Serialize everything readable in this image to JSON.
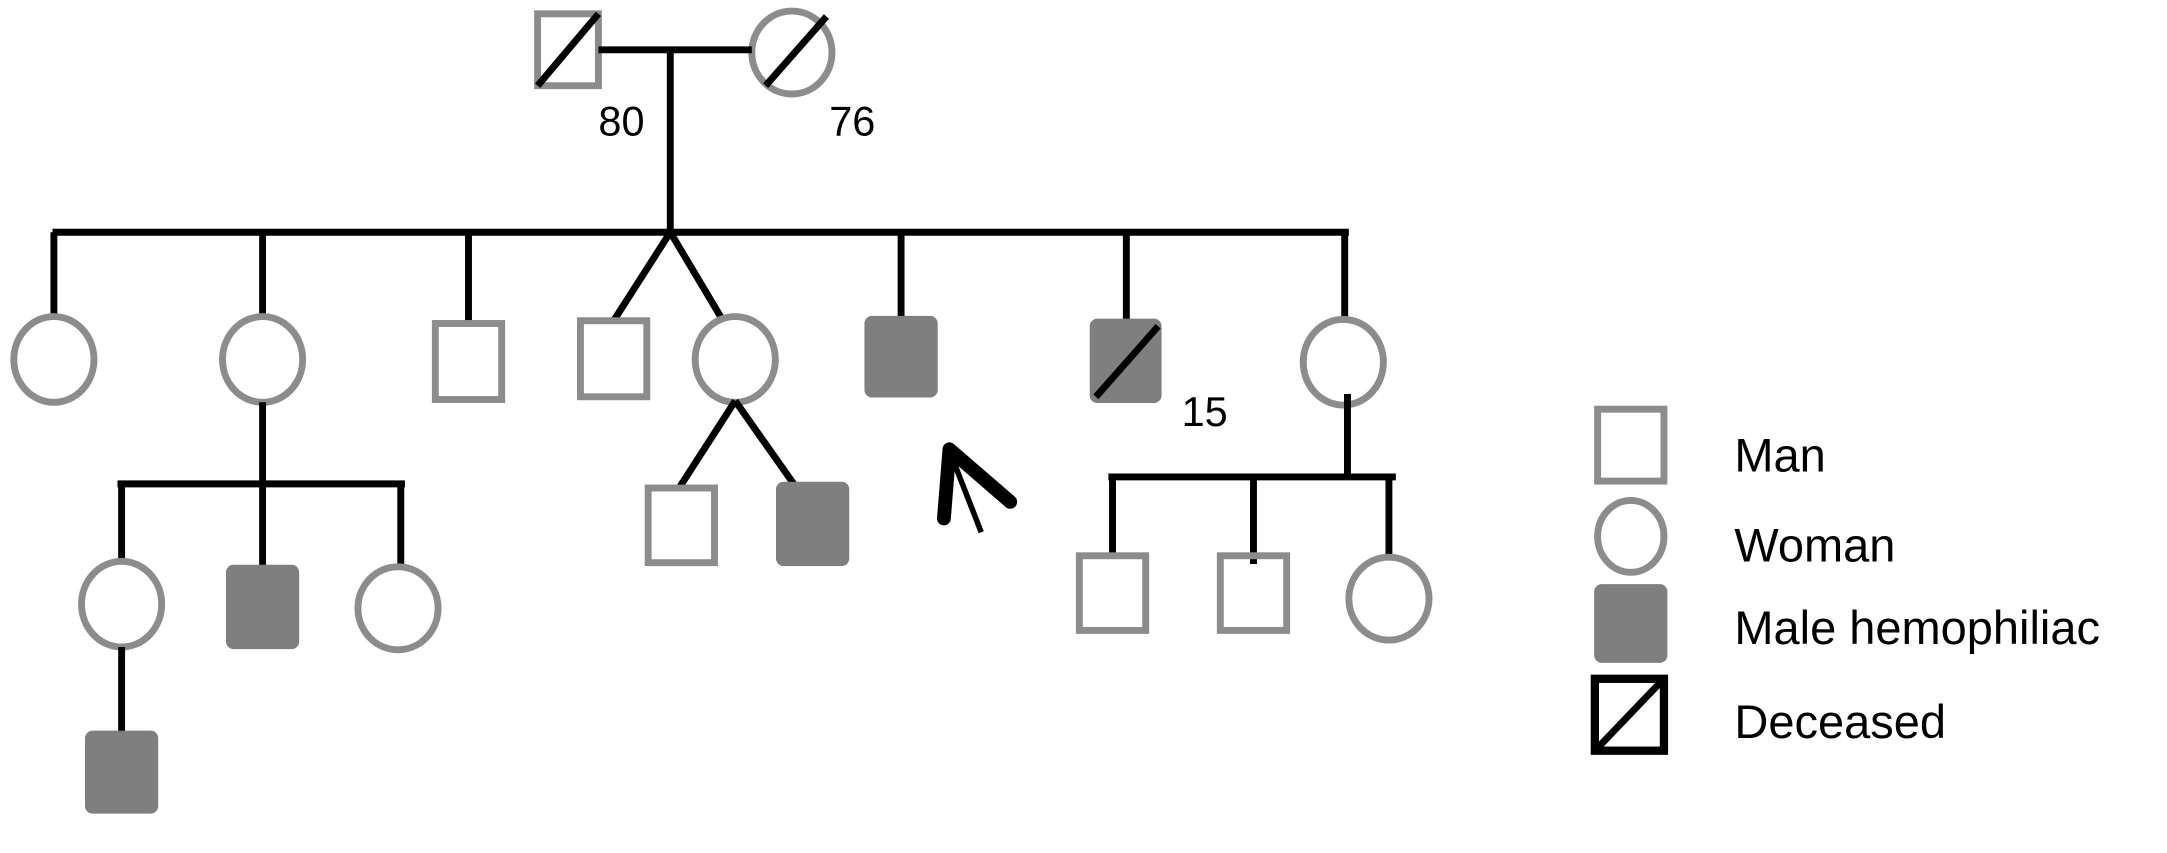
{
  "pedigree": {
    "ages": {
      "grandfather": "80",
      "grandmother": "76",
      "deceased_son": "15"
    },
    "colors": {
      "outline": "#8c8c8c",
      "affected_fill": "#7f7f7f",
      "lines": "#000000"
    }
  },
  "legend": {
    "man": "Man",
    "woman": "Woman",
    "male_hemophiliac": "Male hemophiliac",
    "deceased": "Deceased"
  }
}
